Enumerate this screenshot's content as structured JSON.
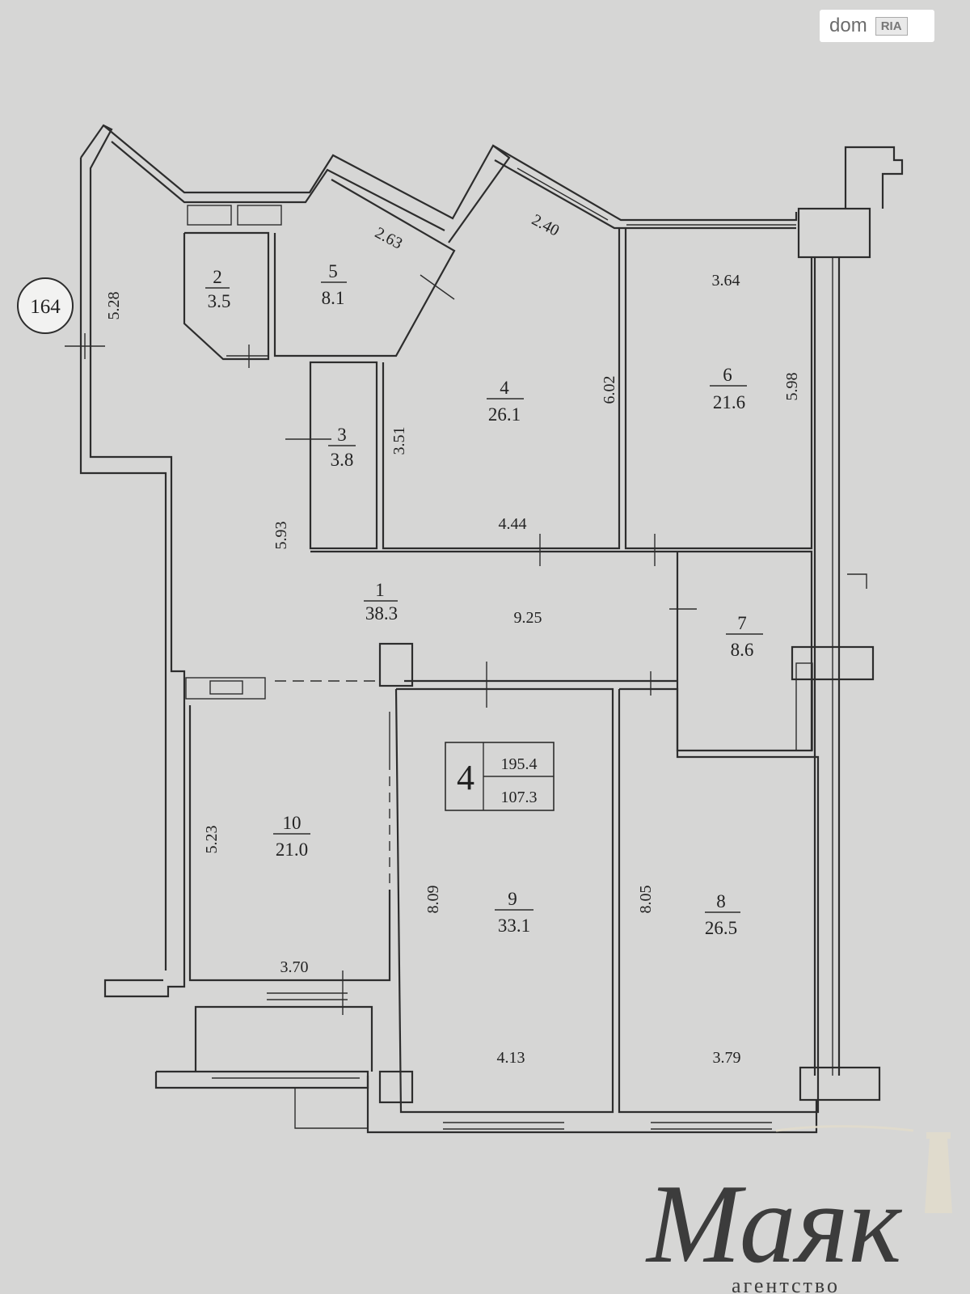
{
  "unit_marker": "164",
  "rooms": [
    {
      "num": "1",
      "area": "38.3"
    },
    {
      "num": "2",
      "area": "3.5"
    },
    {
      "num": "3",
      "area": "3.8"
    },
    {
      "num": "4",
      "area": "26.1"
    },
    {
      "num": "5",
      "area": "8.1"
    },
    {
      "num": "6",
      "area": "21.6"
    },
    {
      "num": "7",
      "area": "8.6"
    },
    {
      "num": "8",
      "area": "26.5"
    },
    {
      "num": "9",
      "area": "33.1"
    },
    {
      "num": "10",
      "area": "21.0"
    }
  ],
  "dimensions": [
    "5.28",
    "2.63",
    "2.40",
    "3.64",
    "6.02",
    "5.98",
    "3.51",
    "4.44",
    "5.93",
    "9.25",
    "5.23",
    "3.70",
    "8.09",
    "8.05",
    "4.13",
    "3.79"
  ],
  "apartment": {
    "rooms": "4",
    "total_area": "195.4",
    "living_area": "107.3"
  },
  "watermark": {
    "dom": "dom",
    "ria": "RIA",
    "agency": "Маяк",
    "agency_sub": "агентство"
  }
}
